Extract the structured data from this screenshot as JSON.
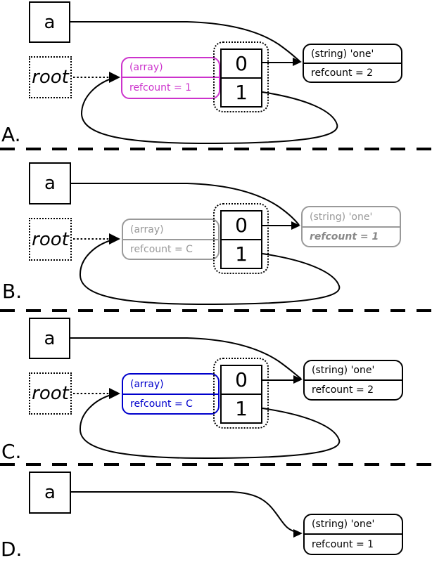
{
  "colors": {
    "black": "#000000",
    "magenta": "#cc33cc",
    "gray": "#999999",
    "gray_refcount": "#888888",
    "blue": "#0000cc"
  },
  "panels": [
    {
      "label": "A.",
      "variable": "a",
      "root": "root",
      "array_zval": {
        "type": "(array)",
        "refcount": "refcount = 1"
      },
      "array_cells": [
        "0",
        "1"
      ],
      "string_zval": {
        "type": "(string) 'one'",
        "refcount": "refcount = 2"
      }
    },
    {
      "label": "B.",
      "variable": "a",
      "root": "root",
      "array_zval": {
        "type": "(array)",
        "refcount": "refcount = C"
      },
      "array_cells": [
        "0",
        "1"
      ],
      "string_zval": {
        "type": "(string) 'one'",
        "refcount": "refcount = 1"
      }
    },
    {
      "label": "C.",
      "variable": "a",
      "root": "root",
      "array_zval": {
        "type": "(array)",
        "refcount": "refcount = C"
      },
      "array_cells": [
        "0",
        "1"
      ],
      "string_zval": {
        "type": "(string) 'one'",
        "refcount": "refcount = 2"
      }
    },
    {
      "label": "D.",
      "variable": "a",
      "string_zval": {
        "type": "(string) 'one'",
        "refcount": "refcount = 1"
      }
    }
  ]
}
